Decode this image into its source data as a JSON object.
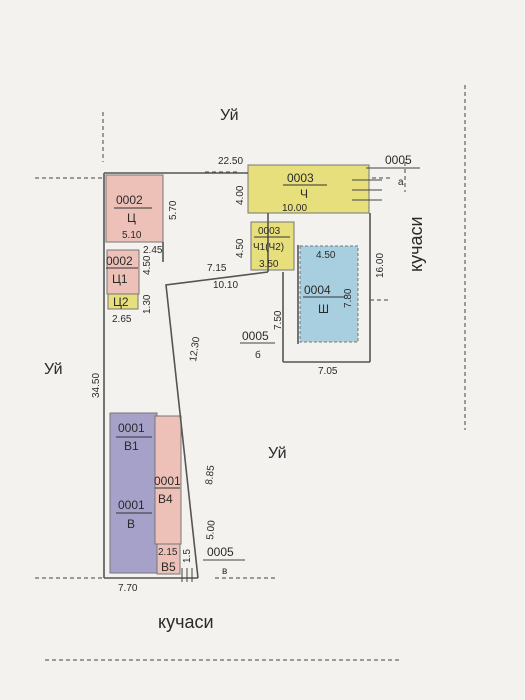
{
  "labels": {
    "street_top": "Уй",
    "street_left": "Уй",
    "street_mid": "Уй",
    "street_right": "кучаси",
    "street_bottom": "кучаси"
  },
  "dimensions": {
    "top": "22.50",
    "left": "34.50",
    "bottom": "7.70",
    "right": "16.00",
    "d_570": "5.70",
    "d_510": "5.10",
    "d_245": "2.45",
    "d_450a": "4.50",
    "d_130": "1.30",
    "d_265": "2.65",
    "d_715": "7.15",
    "d_1010": "10.10",
    "d_400": "4.00",
    "d_1000": "10.00",
    "d_450b": "4.50",
    "d_350": "3.50",
    "d_450c": "4.50",
    "d_780": "7.80",
    "d_750": "7.50",
    "d_705": "7.05",
    "d_1230": "12.30",
    "d_885": "8.85",
    "d_500": "5.00",
    "d_215": "2.15",
    "d_15": "1.5"
  },
  "blocks": {
    "ts": {
      "code": "0002",
      "name": "Ц"
    },
    "ts1": {
      "code": "0002",
      "name": "Ц1"
    },
    "ts2": {
      "name": "Ц2"
    },
    "ch": {
      "code": "0003",
      "name": "Ч"
    },
    "ch1": {
      "code": "0003",
      "name": "Ч1(Ч2)"
    },
    "sh": {
      "code": "0004",
      "name": "Ш"
    },
    "v1": {
      "code": "0001",
      "name": "В1"
    },
    "v": {
      "code": "0001",
      "name": "В"
    },
    "v4": {
      "code": "0001",
      "name": "В4"
    },
    "v5": {
      "name": "В5"
    }
  },
  "points": {
    "a": {
      "code": "0005",
      "name": "а"
    },
    "b": {
      "code": "0005",
      "name": "б"
    },
    "v": {
      "code": "0005",
      "name": "в"
    }
  },
  "colors": {
    "pink": "#eec1b8",
    "yellow": "#e6df7c",
    "blue": "#a8cfe0",
    "purple": "#a5a1c9",
    "line": "#555555"
  }
}
